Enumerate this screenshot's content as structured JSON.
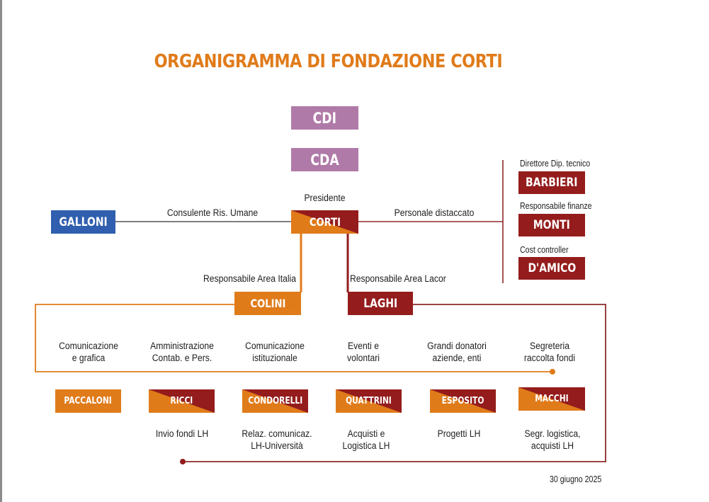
{
  "title": "ORGANIGRAMMA DI FONDAZIONE CORTI",
  "colors": {
    "title": "#e07b1a",
    "governance": "#b07aa8",
    "consultant": "#2f5fae",
    "italia": "#e07b1a",
    "lacor": "#941c1c",
    "consultant_line": "#555555"
  },
  "governance": {
    "cdi": "CDI",
    "cda": "CDA"
  },
  "president": {
    "role": "Presidente",
    "name": "CORTI"
  },
  "consultant": {
    "name": "GALLONI",
    "relation": "Consulente Ris. Umane"
  },
  "seconded_staff": {
    "relation": "Personale distaccato",
    "members": [
      {
        "role": "Direttore Dip. tecnico",
        "name": "BARBIERI"
      },
      {
        "role": "Responsabile finanze",
        "name": "MONTI"
      },
      {
        "role": "Cost controller",
        "name": "D'AMICO"
      }
    ]
  },
  "area_heads": {
    "italia": {
      "role": "Responsabile Area Italia",
      "name": "COLINI"
    },
    "lacor": {
      "role": "Responsabile Area Lacor",
      "name": "LAGHI"
    }
  },
  "units": [
    {
      "function": "Comunicazione\ne grafica",
      "name": "PACCALONI",
      "lh_task": ""
    },
    {
      "function": "Amministrazione\nContab. e Pers.",
      "name": "RICCI",
      "lh_task": "Invio fondi LH"
    },
    {
      "function": "Comunicazione\nistituzionale",
      "name": "CONDORELLI",
      "lh_task": "Relaz. comunicaz.\nLH-Università"
    },
    {
      "function": "Eventi e\nvolontari",
      "name": "QUATTRINI",
      "lh_task": "Acquisti e\nLogistica LH"
    },
    {
      "function": "Grandi donatori\naziende, enti",
      "name": "ESPOSITO",
      "lh_task": "Progetti LH"
    },
    {
      "function": "Segreteria\nraccolta fondi",
      "name": "MACCHI",
      "lh_task": "Segr. logistica,\nacquisti LH"
    }
  ],
  "date": "30 giugno 2025"
}
